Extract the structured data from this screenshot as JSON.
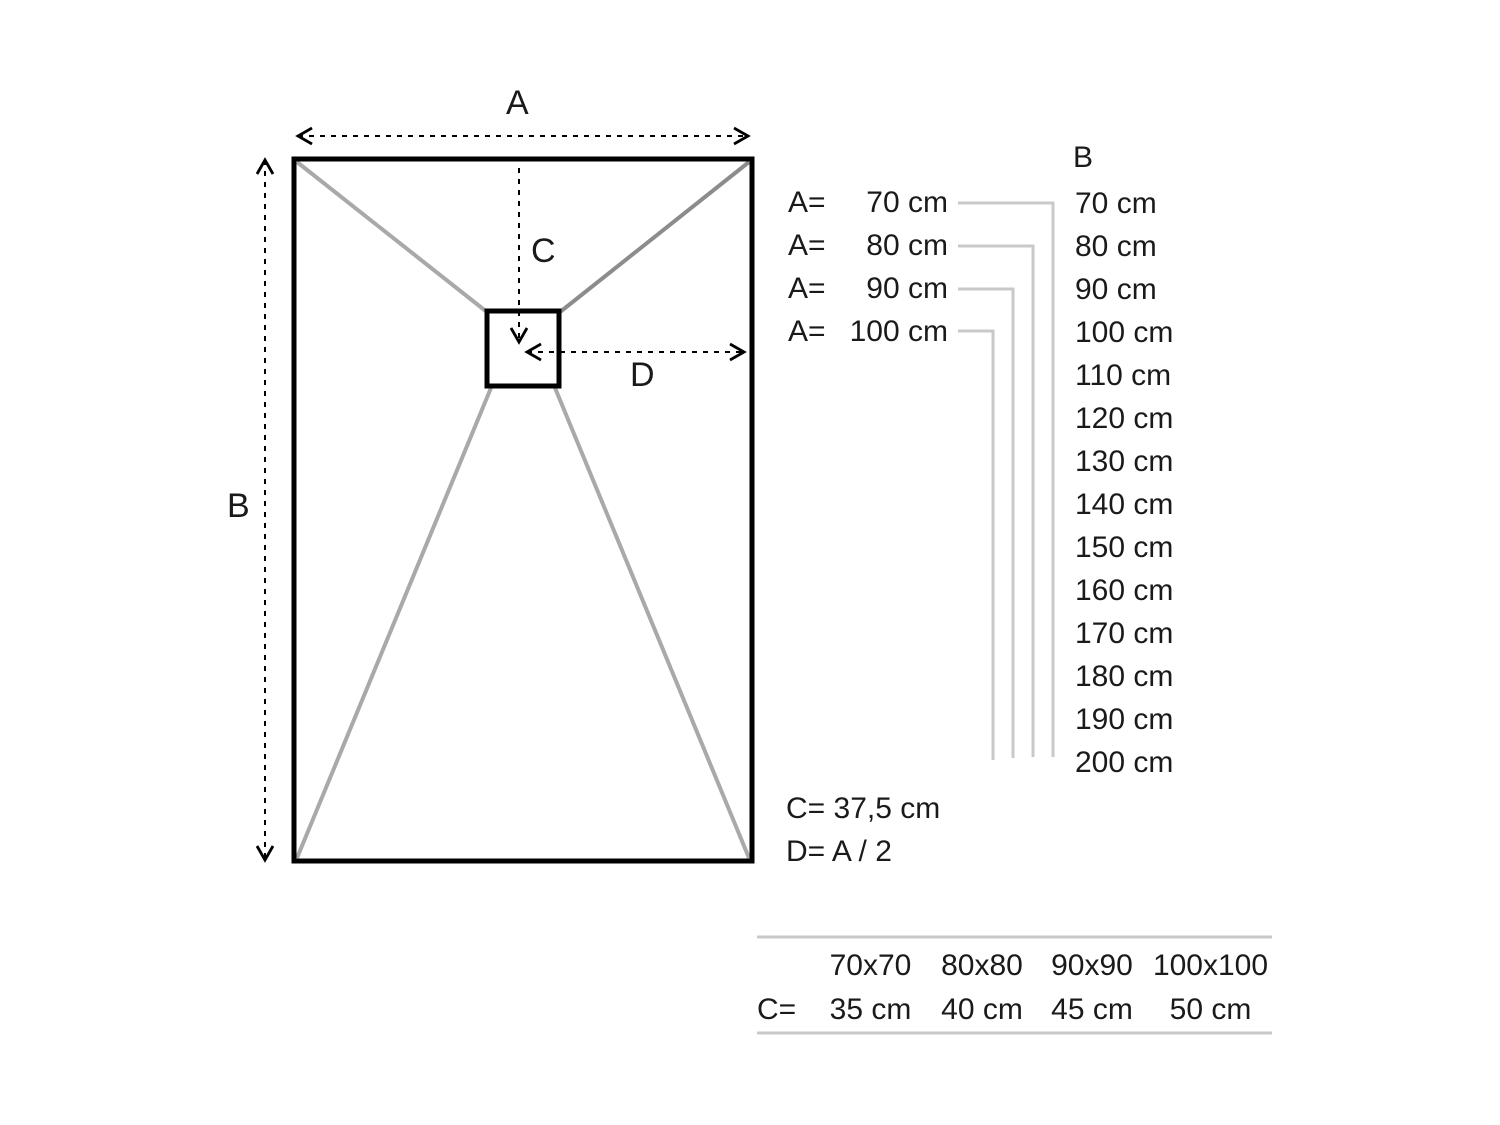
{
  "diagram": {
    "dim_labels": {
      "a": "A",
      "b": "B",
      "c": "C",
      "d": "D"
    },
    "a_rows": [
      {
        "label": "A=",
        "value": "70 cm"
      },
      {
        "label": "A=",
        "value": "80 cm"
      },
      {
        "label": "A=",
        "value": "90 cm"
      },
      {
        "label": "A=",
        "value": "100 cm"
      }
    ],
    "b_column": {
      "header": "B",
      "values": [
        "70 cm",
        "80 cm",
        "90 cm",
        "100 cm",
        "110 cm",
        "120 cm",
        "130 cm",
        "140 cm",
        "150 cm",
        "160 cm",
        "170 cm",
        "180 cm",
        "190 cm",
        "200 cm"
      ]
    },
    "notes": {
      "c": "C= 37,5 cm",
      "d": "D= A / 2"
    },
    "colors": {
      "outline": "#000000",
      "slope_lines": "#a9a9a9",
      "connector": "#c9c9c9"
    }
  },
  "size_table": {
    "row_label": "C=",
    "headers": [
      "70x70",
      "80x80",
      "90x90",
      "100x100"
    ],
    "values": [
      "35 cm",
      "40 cm",
      "45 cm",
      "50 cm"
    ]
  }
}
